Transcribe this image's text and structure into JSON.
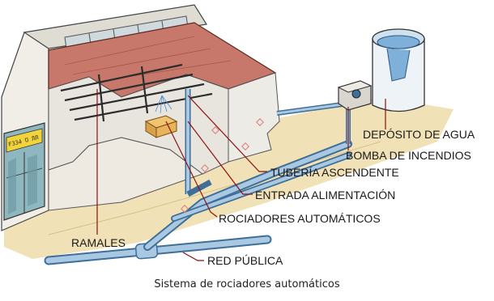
{
  "labels": {
    "deposito": "DEPÓSITO DE AGUA",
    "bomba": "BOMBA DE INCENDIOS",
    "tuberia": "TUBERÍA ASCENDENTE",
    "entrada": "ENTRADA ALIMENTACIÓN",
    "rociadores": "ROCIADORES AUTOMÁTICOS",
    "ramales": "RAMALES",
    "red": "RED PÚBLICA"
  },
  "shop_sign": "F334 Ʊ ЛЛ",
  "caption": "Sistema de rociadores automáticos",
  "colors": {
    "pipe": "#a9c8e2",
    "pipe_edge": "#3f6f98",
    "roof": "#c0725c",
    "wall": "#e9e6e0",
    "ground": "#ecd9a6",
    "leader": "#8a1212",
    "sign": "#f2d43a"
  }
}
